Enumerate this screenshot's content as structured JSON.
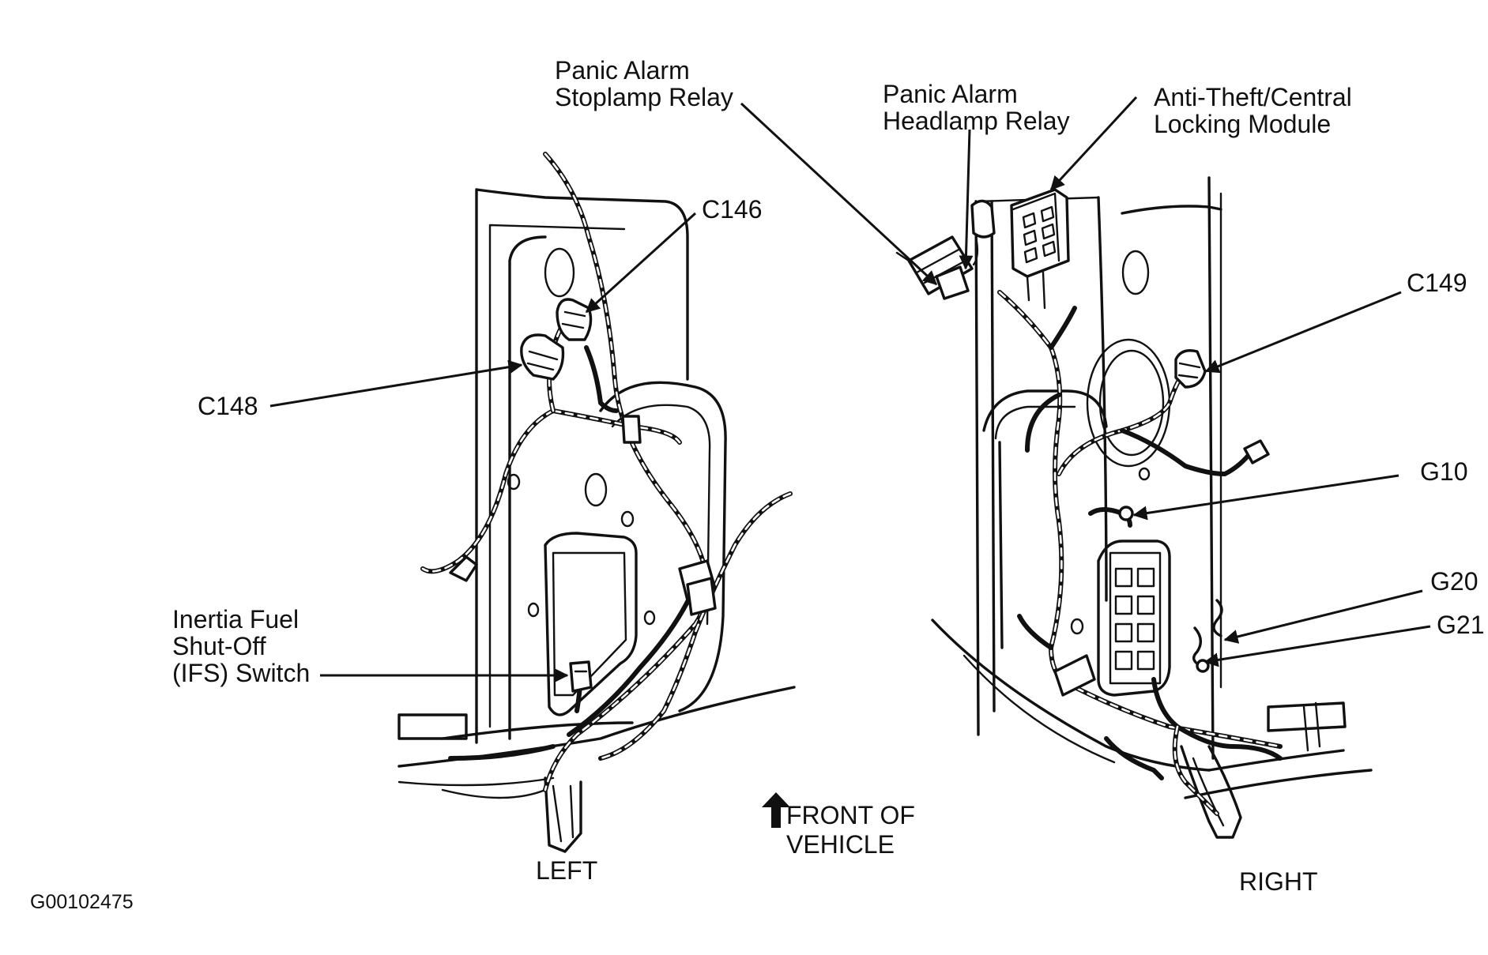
{
  "diagram": {
    "labels": {
      "panic_stoplamp": [
        "Panic Alarm",
        "Stoplamp Relay"
      ],
      "panic_headlamp": [
        "Panic Alarm",
        "Headlamp Relay"
      ],
      "antitheft": [
        "Anti-Theft/Central",
        "Locking Module"
      ],
      "c146": "C146",
      "c148": "C148",
      "c149": "C149",
      "g10": "G10",
      "g20": "G20",
      "g21": "G21",
      "ifs": [
        "Inertia Fuel",
        "Shut-Off",
        "(IFS) Switch"
      ],
      "front": [
        "FRONT OF",
        "VEHICLE"
      ],
      "left": "LEFT",
      "right": "RIGHT",
      "figure_id": "G00102475"
    },
    "icons": {
      "front_arrow": "up-arrow-icon"
    }
  }
}
